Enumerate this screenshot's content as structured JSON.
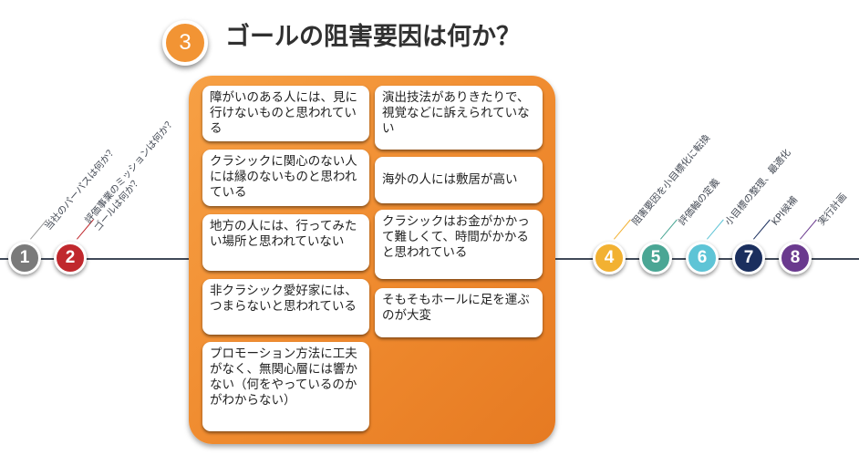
{
  "title": {
    "step_number": "3",
    "text": "ゴールの阻害要因は何か？"
  },
  "steps_left": [
    {
      "number": "1",
      "color": "#7a7a7a",
      "label_lines": [
        "当社のパーパスは何か？"
      ]
    },
    {
      "number": "2",
      "color": "#c0282d",
      "label_lines": [
        "評価事業のミッションは何か？",
        "ゴールは何か？"
      ]
    }
  ],
  "steps_right": [
    {
      "number": "4",
      "color": "#f2b132",
      "label_lines": [
        "阻害要因を小目標化に転換"
      ]
    },
    {
      "number": "5",
      "color": "#4aa694",
      "label_lines": [
        "評価軸の定義"
      ]
    },
    {
      "number": "6",
      "color": "#5ec4d6",
      "label_lines": [
        "小目標の整理、最適化"
      ]
    },
    {
      "number": "7",
      "color": "#1b2f5e",
      "label_lines": [
        "KPI候補"
      ]
    },
    {
      "number": "8",
      "color": "#6a3a8e",
      "label_lines": [
        "実行計画"
      ]
    }
  ],
  "left_column": [
    "障がいのある人には、見に行けないものと思われている",
    "クラシックに関心のない人には縁のないものと思われている",
    "地方の人には、行ってみたい場所と思われていない",
    "非クラシック愛好家には、つまらないと思われている",
    "プロモーション方法に工夫がなく、無関心層には響かない（何をやっているのかがわからない）"
  ],
  "right_column": [
    "演出技法がありきたりで、視覚などに訴えられていない",
    "海外の人には敷居が高い",
    "クラシックはお金がかかって難しくて、時間がかかると思われている",
    "そもそもホールに足を運ぶのが大変"
  ]
}
